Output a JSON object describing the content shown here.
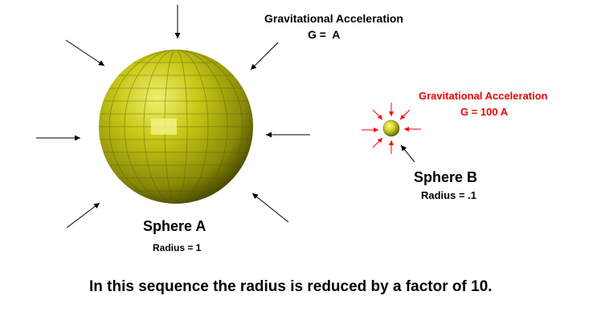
{
  "sphere_a": {
    "name": "Sphere A",
    "radius_label": "Radius = 1",
    "gravity_title": "Gravitational Acceleration",
    "gravity_value": "G =  A"
  },
  "sphere_b": {
    "name": "Sphere B",
    "radius_label": "Radius = .1",
    "gravity_title": "Gravitational Acceleration",
    "gravity_value": "G = 100 A"
  },
  "caption": "In this sequence the radius is reduced by a factor of 10.",
  "colors": {
    "sphere_fill": "#c8c800",
    "sphere_highlight": "#f0f080",
    "sphere_shadow": "#3a3a00",
    "arrow_a": "#000000",
    "arrow_b": "#ff0000",
    "label_b": "#ee0000"
  }
}
